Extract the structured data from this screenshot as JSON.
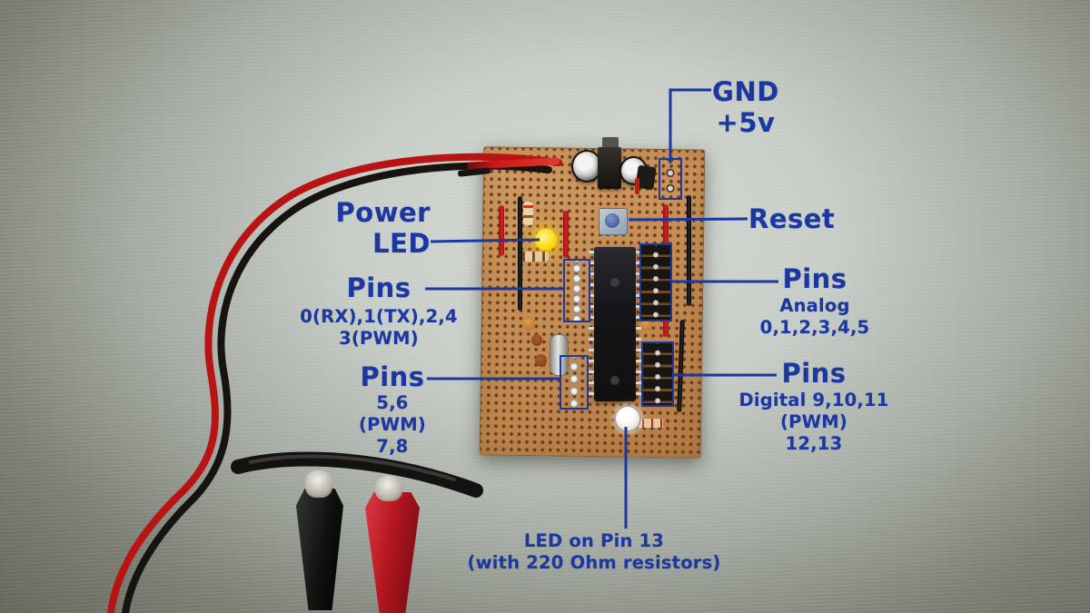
{
  "figure": {
    "subject": "Annotated perfboard Arduino circuit photo",
    "annotations": {
      "power_rail": {
        "line1": "GND",
        "line2": "+5v"
      },
      "power_led": {
        "line1": "Power",
        "line2": "LED"
      },
      "reset": {
        "label": "Reset"
      },
      "pins_serial": {
        "title": "Pins",
        "line1": "0(RX),1(TX),2,4",
        "line2": "3(PWM)"
      },
      "pins_analog": {
        "title": "Pins",
        "line1": "Analog 0,1,2,3,4,5"
      },
      "pins_pwm": {
        "title": "Pins",
        "line1": "5,6 (PWM)",
        "line2": "7,8"
      },
      "pins_digital": {
        "title": "Pins",
        "line1": "Digital 9,10,11 (PWM)",
        "line2": "12,13"
      },
      "led_pin13": {
        "line1": "LED on Pin 13",
        "line2": "(with 220 Ohm resistors)"
      }
    },
    "colors": {
      "annotation_blue": "#1c38a0",
      "board_tan": "#c68e55",
      "background_center": "#d6dad4",
      "background_corner": "#68675e",
      "wire_red": "#c1181a",
      "wire_black": "#171513",
      "clip_red": "#b3161f",
      "clip_black": "#111111",
      "power_led_yellow": "#ffd800",
      "pin13_led_white": "#f2f1ea"
    }
  }
}
